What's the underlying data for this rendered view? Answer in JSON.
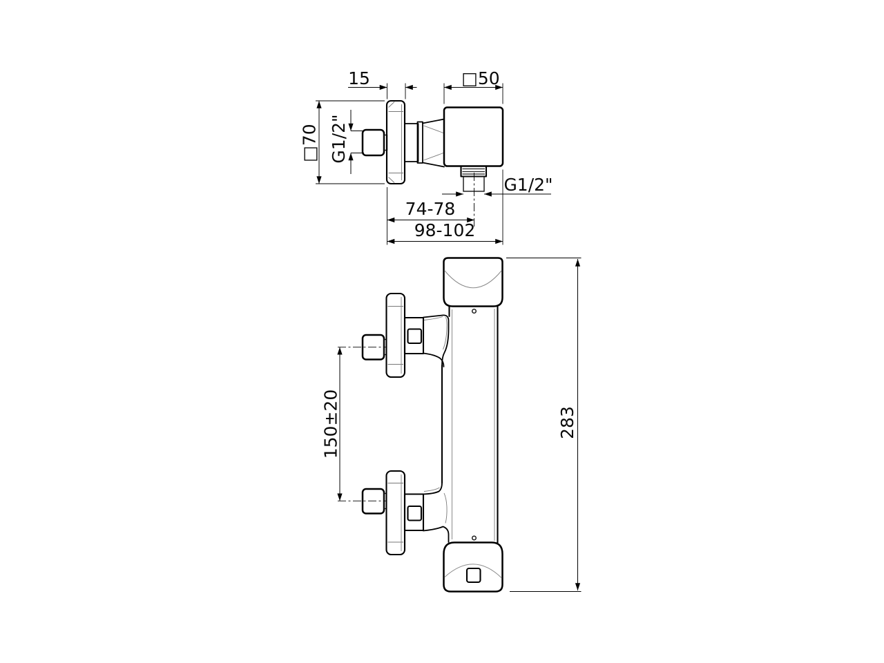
{
  "dimensions": {
    "plate_depth": "15",
    "body_width": "□50",
    "plate_size": "□70",
    "inlet_thread": "G1/2\"",
    "outlet_thread": "G1/2\"",
    "outlet_offset": "74-78",
    "total_depth": "98-102",
    "inlet_spacing": "150±20",
    "total_height": "283"
  },
  "colors": {
    "line": "#000000",
    "thin_line": "#8a8a8a",
    "background": "#ffffff"
  }
}
